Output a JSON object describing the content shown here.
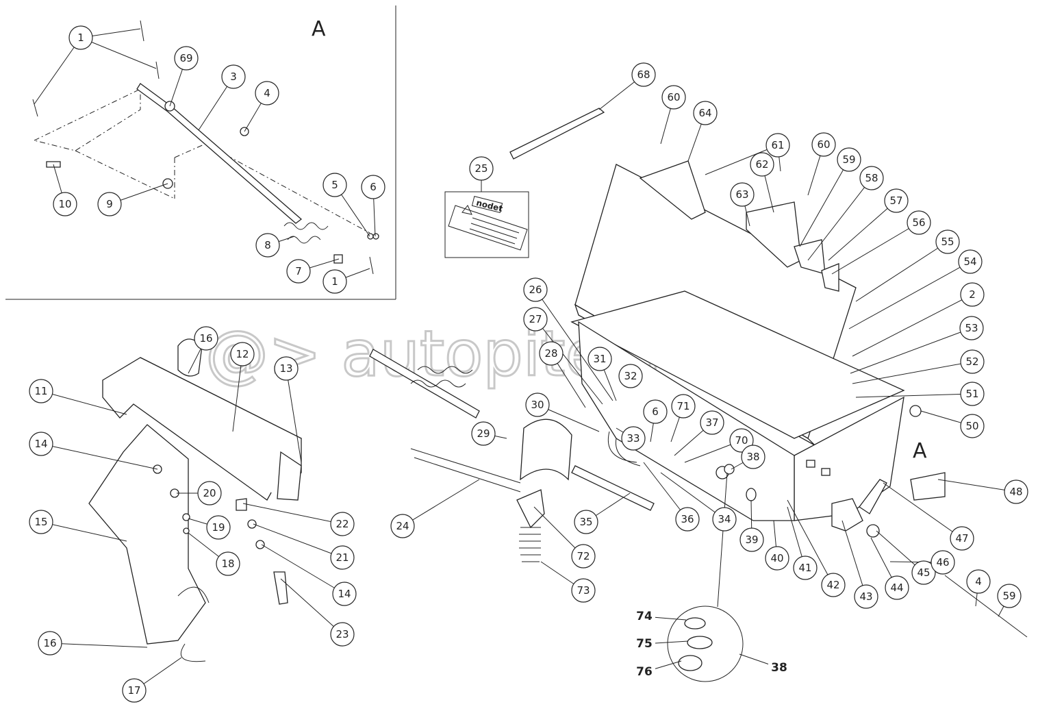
{
  "diagram": {
    "watermark": "@> autopiter.ru",
    "view_letter_inset": "A",
    "view_letter_main": "A",
    "decal_text": "nodet",
    "inset_callouts": [
      "1",
      "69",
      "3",
      "4",
      "10",
      "9",
      "5",
      "6",
      "8",
      "7",
      "1"
    ],
    "main_callouts": [
      "68",
      "60",
      "64",
      "61",
      "62",
      "60",
      "59",
      "63",
      "58",
      "57",
      "56",
      "55",
      "54",
      "2",
      "53",
      "52",
      "51",
      "50",
      "25",
      "26",
      "27",
      "28",
      "31",
      "32",
      "30",
      "29",
      "33",
      "6",
      "71",
      "37",
      "70",
      "38",
      "24",
      "72",
      "73",
      "35",
      "36",
      "34",
      "39",
      "40",
      "41",
      "42",
      "43",
      "44",
      "45",
      "46",
      "47",
      "48",
      "4",
      "59"
    ],
    "detail_callouts": [
      "74",
      "75",
      "76",
      "38"
    ],
    "left_callouts": [
      "16",
      "12",
      "13",
      "11",
      "14",
      "20",
      "22",
      "19",
      "21",
      "18",
      "14",
      "15",
      "23",
      "16",
      "17"
    ]
  }
}
